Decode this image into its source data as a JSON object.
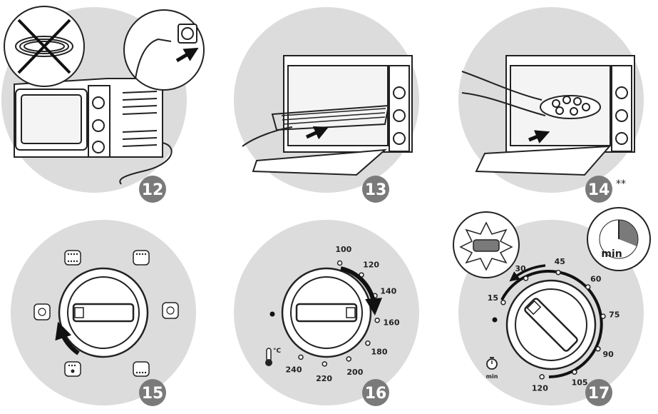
{
  "steps": [
    {
      "number": "12"
    },
    {
      "number": "13"
    },
    {
      "number": "14",
      "note": "**"
    },
    {
      "number": "15"
    },
    {
      "number": "16",
      "unit": "°C",
      "scale": [
        "100",
        "120",
        "140",
        "160",
        "180",
        "200",
        "220",
        "240"
      ]
    },
    {
      "number": "17",
      "timer_label": "min",
      "stopwatch_label": "min",
      "scale": [
        "15",
        "30",
        "45",
        "60",
        "75",
        "90",
        "105",
        "120"
      ]
    }
  ],
  "colors": {
    "circle": "#dcdcdc",
    "badge": "#7a7a7a",
    "line": "#222222"
  }
}
